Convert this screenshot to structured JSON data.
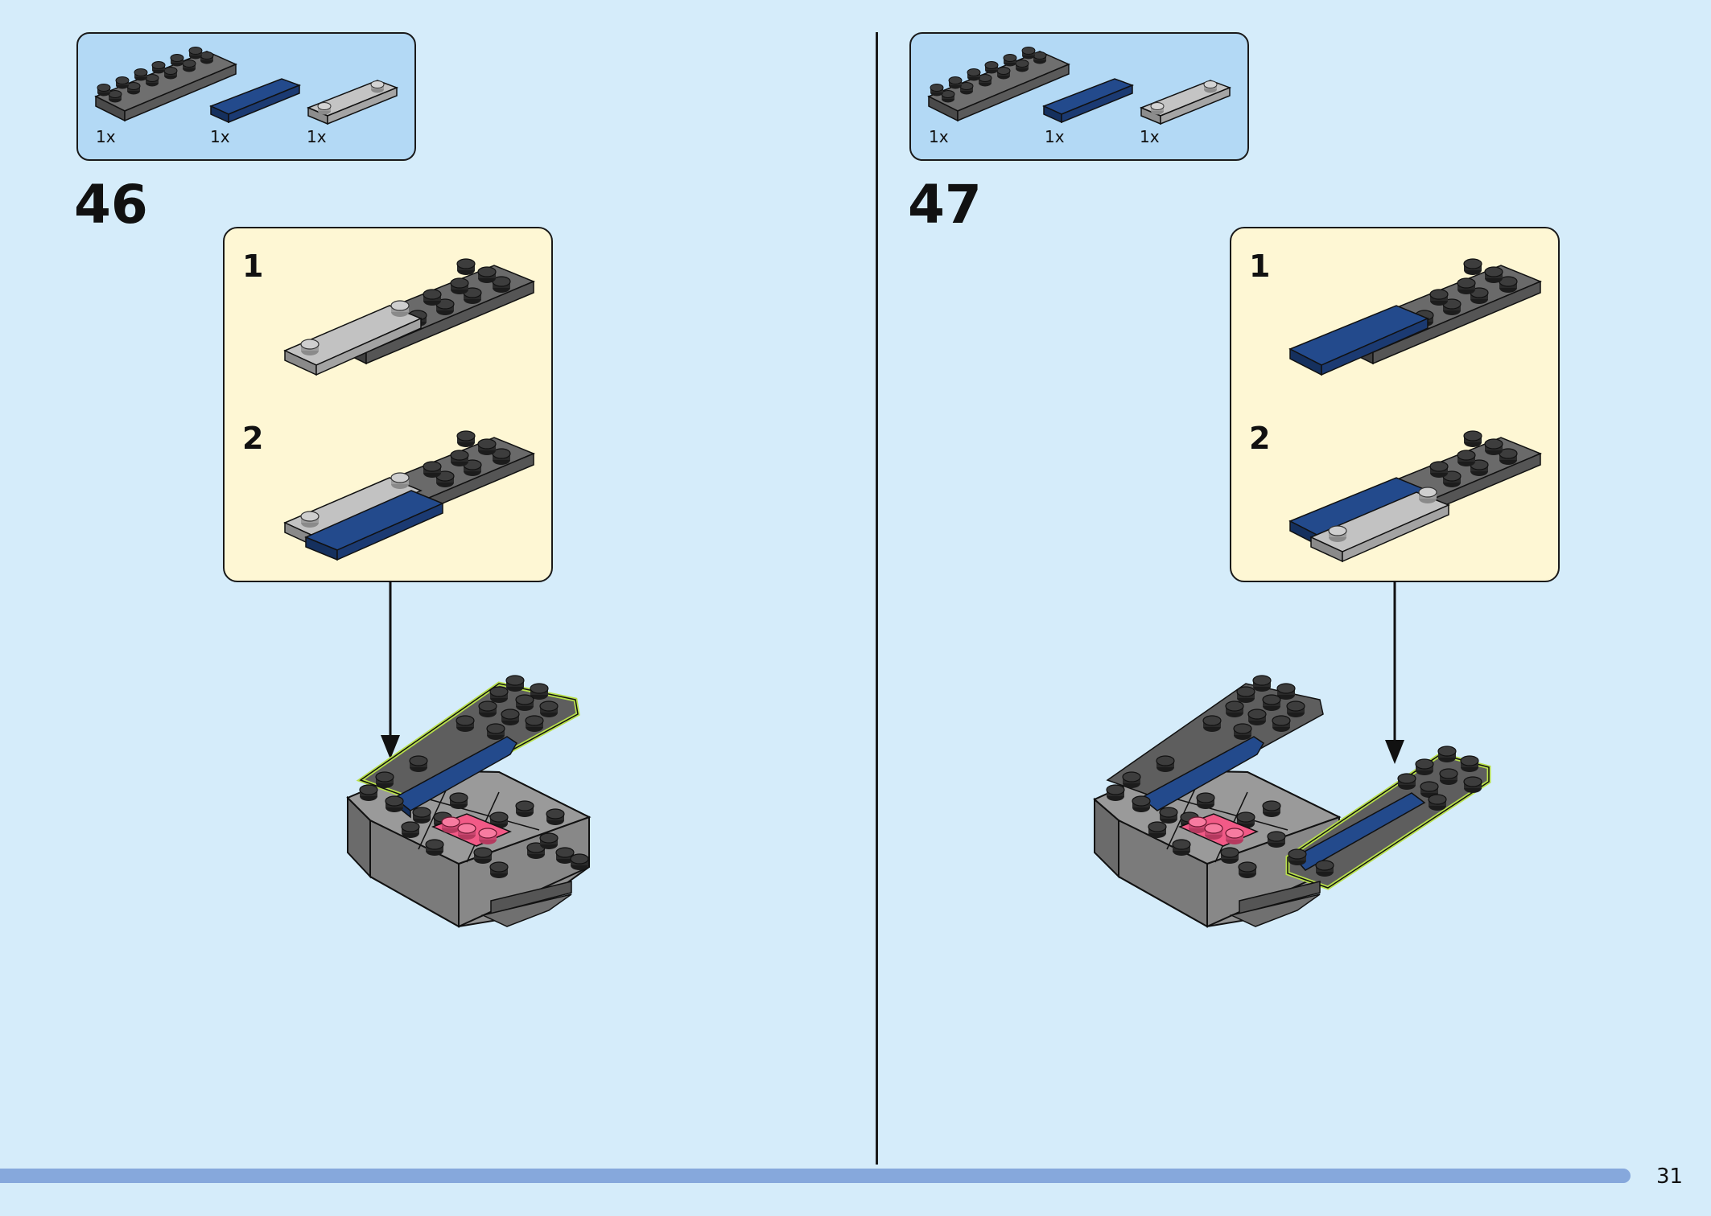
{
  "page": {
    "number": "31",
    "colors": {
      "background": "#d5ecfa",
      "parts_panel": "#b3d9f5",
      "substep_panel": "#fef7d4",
      "footer_bar": "#86a8dc",
      "dark_grey": "#5a5a5a",
      "light_grey": "#b9b9b9",
      "dark_blue": "#1d3b74",
      "pink": "#f25a87",
      "highlight": "#b8e04a"
    }
  },
  "steps": [
    {
      "number": "46",
      "parts": [
        {
          "icon": "dark-grey-plate-2x6-icon",
          "qty": "1x"
        },
        {
          "icon": "dark-blue-tile-1x4-icon",
          "qty": "1x"
        },
        {
          "icon": "light-grey-tile-1x4-with-2-studs-icon",
          "qty": "1x"
        }
      ],
      "substeps": [
        "1",
        "2"
      ]
    },
    {
      "number": "47",
      "parts": [
        {
          "icon": "dark-grey-plate-2x6-icon",
          "qty": "1x"
        },
        {
          "icon": "dark-blue-tile-1x4-icon",
          "qty": "1x"
        },
        {
          "icon": "light-grey-tile-1x4-with-2-studs-icon",
          "qty": "1x"
        }
      ],
      "substeps": [
        "1",
        "2"
      ]
    }
  ]
}
